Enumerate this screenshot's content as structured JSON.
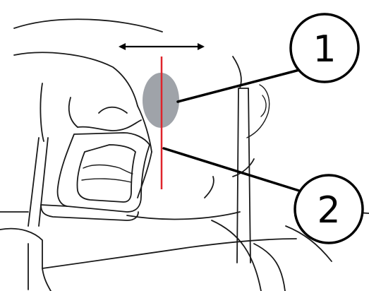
{
  "callouts": [
    {
      "number": "1",
      "target": "shaded-region"
    },
    {
      "number": "2",
      "target": "midline-marker"
    }
  ],
  "colors": {
    "outline": "#1a1a1a",
    "midline": "#e0242b",
    "shaded_region": "#9fa3a9",
    "background": "#ffffff"
  },
  "icons": {
    "arrow": "double-headed-horizontal-arrow"
  }
}
